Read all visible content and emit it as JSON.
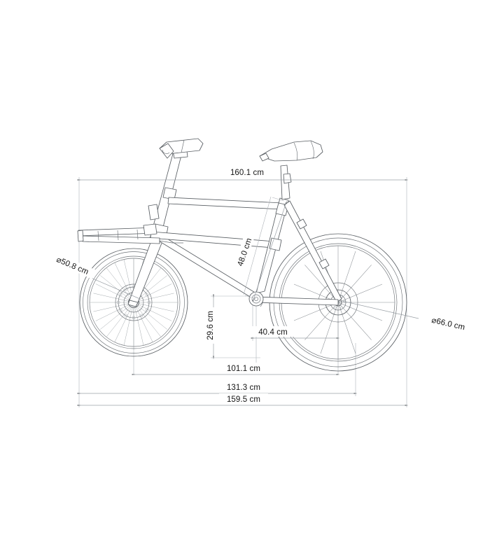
{
  "drawing": {
    "title": "Bicycle side-elevation dimensioned technical drawing",
    "background_color": "#ffffff",
    "line_color": "#555a5f",
    "dim_line_color": "#9aa0a6",
    "text_color": "#141414",
    "units": "cm",
    "view": "left side elevation",
    "subject": "utility / cargo bicycle with front platform rack"
  },
  "dimensions": {
    "overall_height": {
      "label": "160.1 cm",
      "value": 160.1,
      "units": "cm",
      "orientation": "horizontal",
      "description": "overall length measured at handlebar/saddle top level"
    },
    "seat_tube": {
      "label": "48.0 cm",
      "value": 48.0,
      "units": "cm",
      "orientation": "diagonal",
      "description": "seat tube length, bottom bracket to seat clamp"
    },
    "bb_height": {
      "label": "29.6 cm",
      "value": 29.6,
      "units": "cm",
      "orientation": "vertical",
      "description": "bottom bracket height above ground"
    },
    "chainstay": {
      "label": "40.4 cm",
      "value": 40.4,
      "units": "cm",
      "orientation": "horizontal",
      "description": "bottom bracket to rear axle horizontal distance"
    },
    "wheelbase": {
      "label": "101.1 cm",
      "value": 101.1,
      "units": "cm",
      "orientation": "horizontal",
      "description": "wheelbase, front axle to rear axle"
    },
    "mid_length": {
      "label": "131.3 cm",
      "value": 131.3,
      "units": "cm",
      "orientation": "horizontal",
      "description": "intermediate overall length"
    },
    "overall_length": {
      "label": "159.5 cm",
      "value": 159.5,
      "units": "cm",
      "orientation": "horizontal",
      "description": "total overall length of bicycle"
    },
    "front_wheel_diameter": {
      "label": "⌀50.8 cm",
      "symbol": "⌀",
      "value": 50.8,
      "units": "cm",
      "orientation": "leader",
      "description": "front wheel outside diameter"
    },
    "rear_wheel_diameter": {
      "label": "⌀66.0 cm",
      "symbol": "⌀",
      "value": 66.0,
      "units": "cm",
      "orientation": "leader",
      "description": "rear wheel outside diameter"
    }
  },
  "components": [
    {
      "name": "handlebar-grip",
      "label": "handlebar"
    },
    {
      "name": "saddle",
      "label": "saddle"
    },
    {
      "name": "front-rack",
      "label": "front platform rack"
    },
    {
      "name": "front-wheel",
      "label": "front wheel"
    },
    {
      "name": "rear-wheel",
      "label": "rear wheel"
    },
    {
      "name": "bottom-bracket",
      "label": "bottom bracket"
    },
    {
      "name": "frame",
      "label": "frame"
    }
  ]
}
